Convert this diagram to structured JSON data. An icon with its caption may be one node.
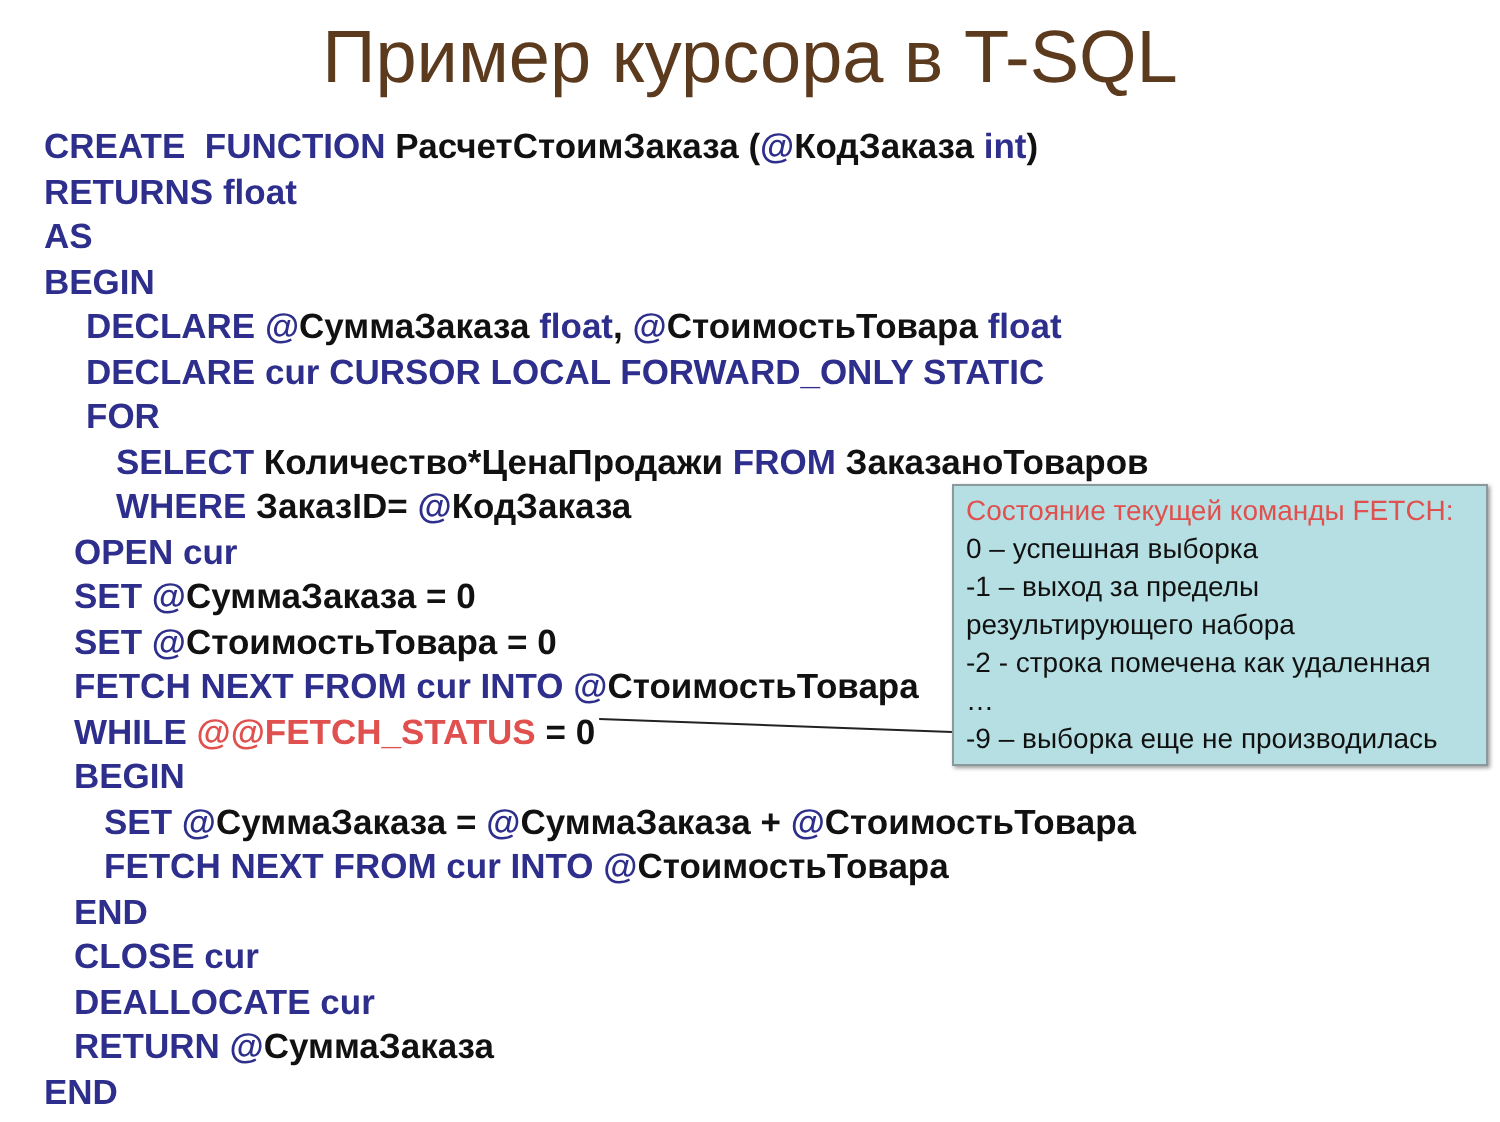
{
  "diagram": {
    "title": "Пример курсора в T-SQL",
    "nodes": [
      {
        "text": [
          "Состояние текущей команды FETCH:",
          "0 – успешная выборка",
          "-1 – выход за пределы результирующего набора",
          "-2 - строка помечена как удаленная",
          "…",
          "-9 – выборка еще не производилась"
        ]
      },
      {
        "text": [
          "WHILE @@FETCH_STATUS = 0"
        ]
      }
    ],
    "edges": [
      {
        "from": 0,
        "to": 1,
        "arrow": "none"
      }
    ],
    "labels": [
      "CREATE  FUNCTION РасчетСтоимЗаказа (@КодЗаказа int)",
      "RETURNS float",
      "AS",
      "BEGIN",
      "DECLARE @СуммаЗаказа float, @СтоимостьТовара float",
      "DECLARE cur CURSOR LOCAL FORWARD_ONLY STATIC",
      "FOR",
      "SELECT Количество*ЦенаПродажи FROM ЗаказаноТоваров",
      "WHERE ЗаказID= @КодЗаказа",
      "OPEN cur",
      "SET @СуммаЗаказа = 0",
      "SET @СтоимостьТовара = 0",
      "FETCH NEXT FROM cur INTO @СтоимостьТовара",
      "BEGIN",
      "SET @СуммаЗаказа = @СуммаЗаказа + @СтоимостьТовара",
      "FETCH NEXT FROM cur INTO @СтоимостьТовара",
      "END",
      "CLOSE cur",
      "DEALLOCATE cur",
      "RETURN @СуммаЗаказа",
      "END"
    ]
  }
}
